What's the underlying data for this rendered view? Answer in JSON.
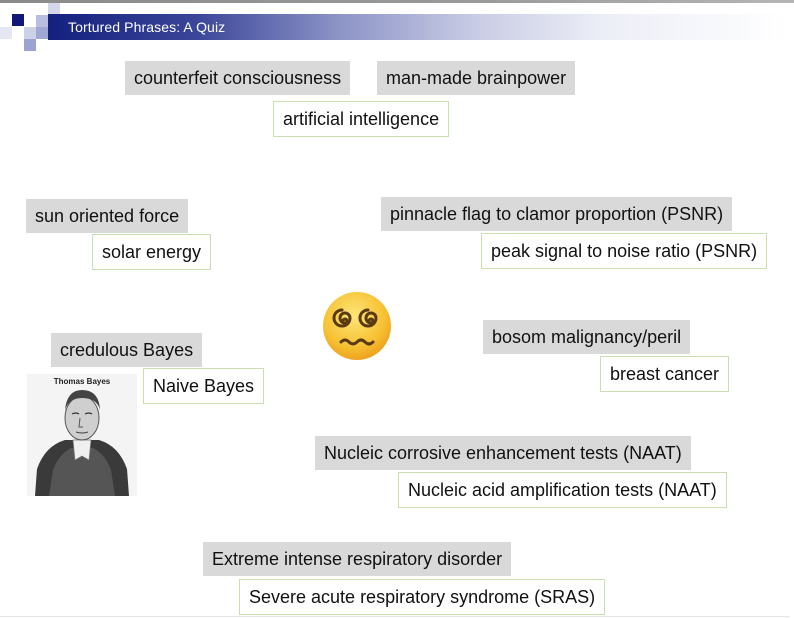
{
  "slide": {
    "title": "Tortured Phrases: A Quiz"
  },
  "pairs": [
    {
      "tortured": [
        "counterfeit consciousness",
        "man-made brainpower"
      ],
      "answer": "artificial intelligence"
    },
    {
      "tortured": [
        "sun oriented force"
      ],
      "answer": "solar energy"
    },
    {
      "tortured": [
        "pinnacle flag to clamor proportion (PSNR)"
      ],
      "answer": "peak signal to noise ratio (PSNR)"
    },
    {
      "tortured": [
        "credulous Bayes"
      ],
      "answer": "Naive Bayes"
    },
    {
      "tortured": [
        "bosom malignancy/peril"
      ],
      "answer": "breast cancer"
    },
    {
      "tortured": [
        "Nucleic corrosive enhancement tests (NAAT)"
      ],
      "answer": "Nucleic acid amplification tests (NAAT)"
    },
    {
      "tortured": [
        "Extreme intense respiratory disorder"
      ],
      "answer": "Severe acute respiratory syndrome (SRAS)"
    }
  ],
  "images": {
    "emoji": "face-with-spiral-eyes-emoji",
    "portrait_caption": "Thomas Bayes"
  },
  "colors": {
    "title_bar": "#13207e",
    "tortured_bg": "#d9d9d9",
    "answer_border": "#c9dfb0",
    "emoji_yellow": "#f8c635"
  }
}
